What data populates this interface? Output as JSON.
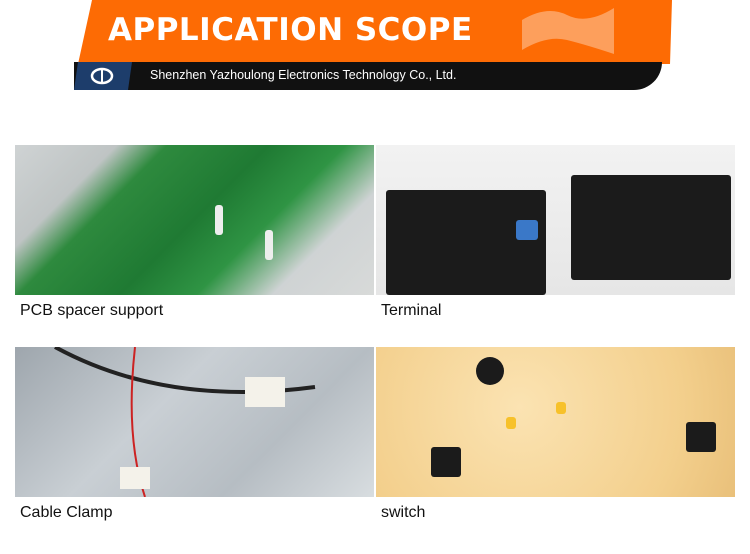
{
  "header": {
    "title": "APPLICATION SCOPE",
    "company": "Shenzhen Yazhoulong Electronics Technology Co., Ltd.",
    "accent_color": "#fd6b04"
  },
  "applications": [
    {
      "label": "PCB spacer support"
    },
    {
      "label": "Terminal"
    },
    {
      "label": "Cable Clamp"
    },
    {
      "label": "switch"
    }
  ]
}
